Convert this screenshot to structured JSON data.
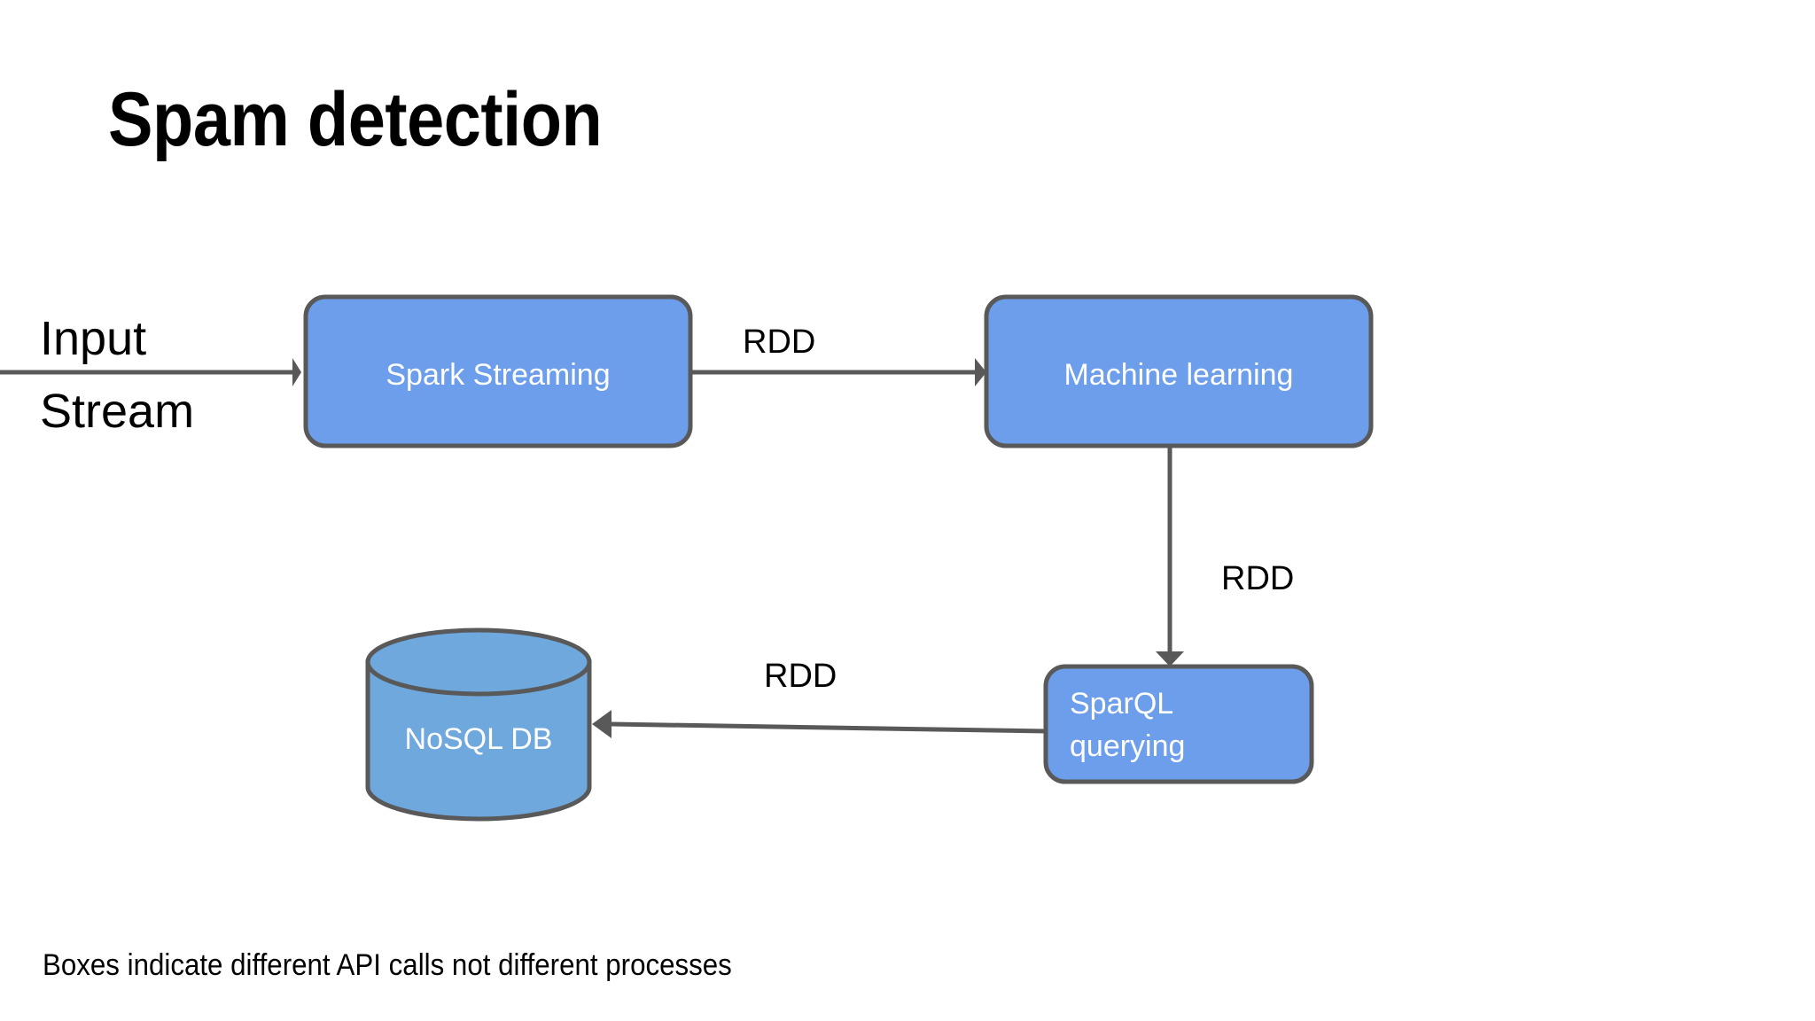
{
  "slide": {
    "title": "Spam detection",
    "footnote": "Boxes indicate different API calls not different processes",
    "background_color": "#ffffff"
  },
  "colors": {
    "box_fill": "#6d9eeb",
    "cylinder_fill": "#6fa8dc",
    "shape_stroke": "#595959",
    "connector": "#595959",
    "node_text": "#ffffff",
    "label_text": "#000000"
  },
  "diagram": {
    "source": {
      "line1": "Input",
      "line2": "Stream"
    },
    "nodes": [
      {
        "id": "spark-streaming",
        "label": "Spark Streaming",
        "shape": "rounded-rect"
      },
      {
        "id": "machine-learning",
        "label": "Machine learning",
        "shape": "rounded-rect"
      },
      {
        "id": "sparql-querying",
        "label_line1": "SparQL",
        "label_line2": "querying",
        "shape": "rounded-rect"
      },
      {
        "id": "nosql-db",
        "label": "NoSQL DB",
        "shape": "cylinder"
      }
    ],
    "edges": [
      {
        "id": "input-to-spark",
        "label": "",
        "from": "input-stream",
        "to": "spark-streaming"
      },
      {
        "id": "spark-to-ml",
        "label": "RDD",
        "from": "spark-streaming",
        "to": "machine-learning"
      },
      {
        "id": "ml-to-sparql",
        "label": "RDD",
        "from": "machine-learning",
        "to": "sparql-querying"
      },
      {
        "id": "sparql-to-db",
        "label": "RDD",
        "from": "sparql-querying",
        "to": "nosql-db"
      }
    ]
  }
}
